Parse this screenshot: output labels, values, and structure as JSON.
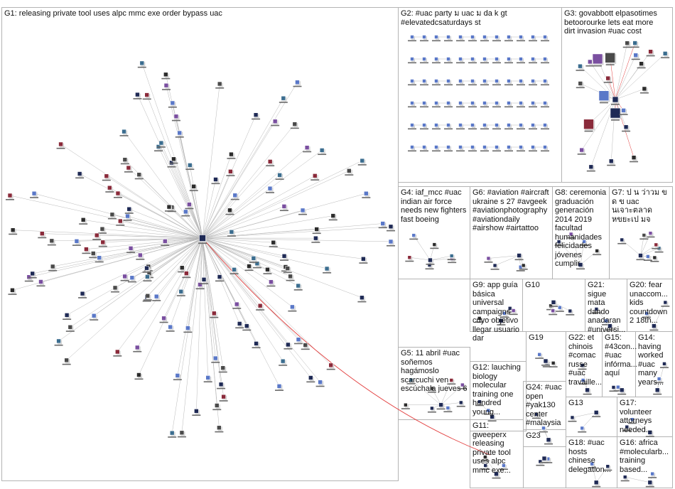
{
  "groups": [
    {
      "id": "G1",
      "label": "G1: releasing private tool uses alpc mmc exe order bypass uac"
    },
    {
      "id": "G2",
      "label": "G2: #uac party ม uac ม da k gt\n#elevatedcsaturdays st"
    },
    {
      "id": "G3",
      "label": "G3: govabbott elpasotimes\nbetoorourke lets eat more\ndirt invasion #uac cost"
    },
    {
      "id": "G4",
      "label": "G4: iaf_mcc #uac\nindian air force\nneeds new fighters\nfast boeing"
    },
    {
      "id": "G6",
      "label": "G6: #aviation #aircraft\nukraine s 27 #avgeek\n#aviationphotography\n#aviationdaily\n#airshow #airtattoo"
    },
    {
      "id": "G8",
      "label": "G8: ceremonia\ngraduación\ngeneración\n2014 2019\nfacultad\nhumanidades\nfelicidades\njóvenes cumplir"
    },
    {
      "id": "G7",
      "label": "G7: ป น ว่าวม ข\nด ข uac\nนเจาะตลาด\nหขยะเป มจ"
    },
    {
      "id": "G9",
      "label": "G9: app guía\nbásica\nuniversal\ncampaigns\ncuyo objetivo\nllegar usuario\ndar"
    },
    {
      "id": "G10",
      "label": "G10"
    },
    {
      "id": "G21",
      "label": "G21: sigue\nmata\ndando\nanadaran\n#universi..."
    },
    {
      "id": "G20",
      "label": "G20: fear\nunaccom...\nkids\ncountdown\n2 18th..."
    },
    {
      "id": "G5",
      "label": "G5: 11 abril #uac\nsoñemos\nhagámoslo\nscarcuchi ven\nescúchala jueves 6"
    },
    {
      "id": "G12",
      "label": "G12: lauching\nbiology\nmolecular\ntraining one\nhundred\nyoung..."
    },
    {
      "id": "G19",
      "label": "G19"
    },
    {
      "id": "G22",
      "label": "G22: et\nchinois\n#comac\nrusse\n#uac\ntravaille..."
    },
    {
      "id": "G15",
      "label": "G15:\n#43con...\n#uac\ninfórma...\naquí"
    },
    {
      "id": "G14",
      "label": "G14:\nhaving\nworked\n#uac\nmany\nyears..."
    },
    {
      "id": "G24",
      "label": "G24: #uac\nopen\n#yak130\ncenter\n#malaysia"
    },
    {
      "id": "G13",
      "label": "G13"
    },
    {
      "id": "G17",
      "label": "G17:\nvolunteer\nattorneys\nneeded..."
    },
    {
      "id": "G11",
      "label": "G11:\ngweeperx\nreleasing\nprivate tool\nuses alpc\nmmc exe..."
    },
    {
      "id": "G23",
      "label": "G23"
    },
    {
      "id": "G18",
      "label": "G18: #uac\nhosts\nchinese\ndelegation..."
    },
    {
      "id": "G16",
      "label": "G16: africa\n#molecularb...\ntraining\nbased..."
    }
  ],
  "colors": {
    "background": "#ffffff",
    "border": "#b4b4b4",
    "edge": "#b8b8b8",
    "highlight_edge": "#e23b3b",
    "node_dark": "#1f2a55",
    "node_alt": "#5a78c8",
    "node_label": "#6a6a6a"
  },
  "icons": [
    "user-avatar-icon"
  ]
}
